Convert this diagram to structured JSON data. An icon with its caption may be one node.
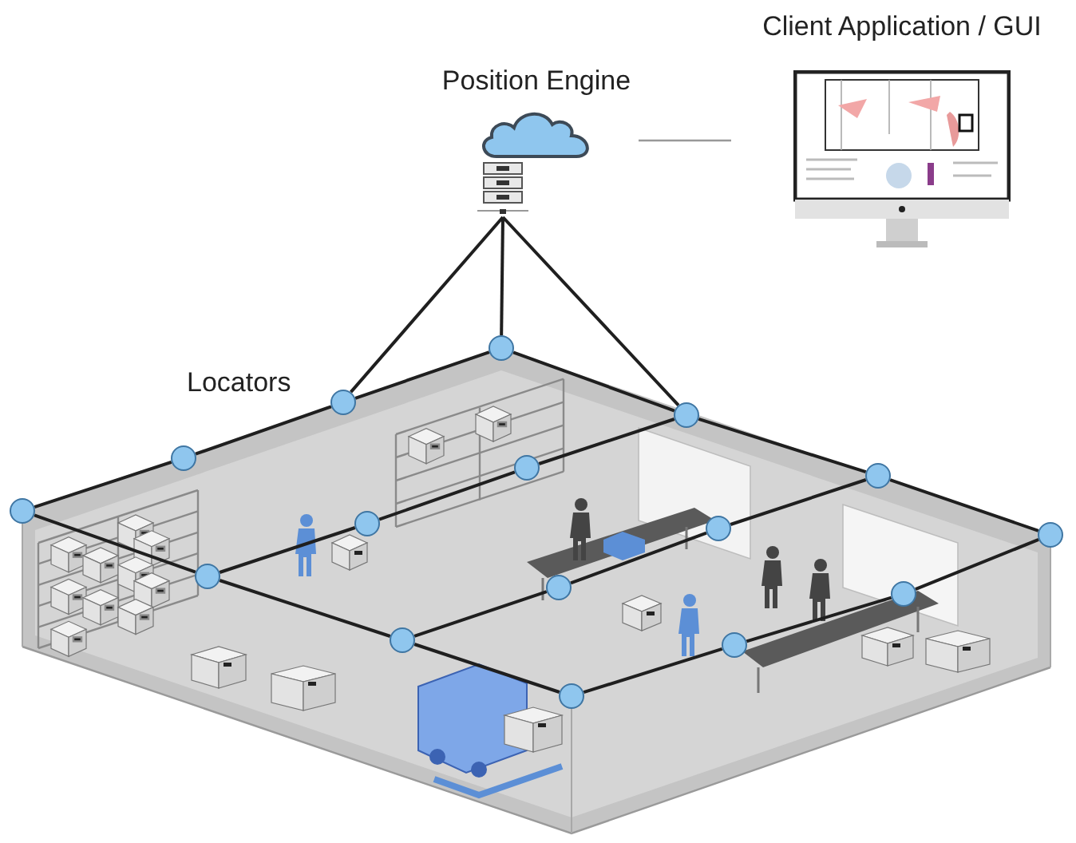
{
  "diagram": {
    "nodes": [
      {
        "text": [
          "Position Engine"
        ]
      },
      {
        "text": [
          "Client Application / GUI"
        ]
      },
      {
        "text": [],
        "shape": "picture"
      },
      {
        "text": [],
        "shape": "circle"
      },
      {
        "text": [],
        "shape": "circle"
      },
      {
        "text": [],
        "shape": "circle"
      },
      {
        "text": [],
        "shape": "circle"
      },
      {
        "text": [],
        "shape": "circle"
      },
      {
        "text": [],
        "shape": "circle"
      },
      {
        "text": [],
        "shape": "circle"
      },
      {
        "text": [],
        "shape": "circle"
      },
      {
        "text": [],
        "shape": "circle"
      },
      {
        "text": [],
        "shape": "circle"
      },
      {
        "text": [],
        "shape": "circle"
      },
      {
        "text": [],
        "shape": "circle"
      },
      {
        "text": [],
        "shape": "circle"
      },
      {
        "text": [],
        "shape": "circle"
      },
      {
        "text": [],
        "shape": "circle"
      },
      {
        "text": [],
        "shape": "circle"
      }
    ],
    "edges": [
      {
        "from": 0,
        "to": 1,
        "arrow": "none",
        "color": "#999999"
      },
      {
        "from": 2,
        "to": 4,
        "arrow": "none"
      },
      {
        "from": 2,
        "to": 3,
        "arrow": "none"
      },
      {
        "from": 2,
        "to": 5,
        "arrow": "none"
      },
      {
        "from": 9,
        "to": 6,
        "arrow": "none"
      },
      {
        "from": 6,
        "to": 4,
        "arrow": "none"
      },
      {
        "from": 4,
        "to": 3,
        "arrow": "none"
      },
      {
        "from": 3,
        "to": 5,
        "arrow": "none"
      },
      {
        "from": 5,
        "to": 8,
        "arrow": "none"
      },
      {
        "from": 8,
        "to": 12,
        "arrow": "none"
      },
      {
        "from": 9,
        "to": 13,
        "arrow": "none"
      },
      {
        "from": 13,
        "to": 16,
        "arrow": "none"
      },
      {
        "from": 16,
        "to": 18,
        "arrow": "none"
      },
      {
        "from": 13,
        "to": 10,
        "arrow": "none"
      },
      {
        "from": 10,
        "to": 7,
        "arrow": "none"
      },
      {
        "from": 7,
        "to": 5,
        "arrow": "none"
      },
      {
        "from": 16,
        "to": 14,
        "arrow": "none"
      },
      {
        "from": 14,
        "to": 11,
        "arrow": "none"
      },
      {
        "from": 11,
        "to": 8,
        "arrow": "none"
      },
      {
        "from": 18,
        "to": 17,
        "arrow": "none"
      },
      {
        "from": 17,
        "to": 15,
        "arrow": "none"
      },
      {
        "from": 15,
        "to": 12,
        "arrow": "none"
      }
    ],
    "labels": [
      "Locators"
    ]
  }
}
